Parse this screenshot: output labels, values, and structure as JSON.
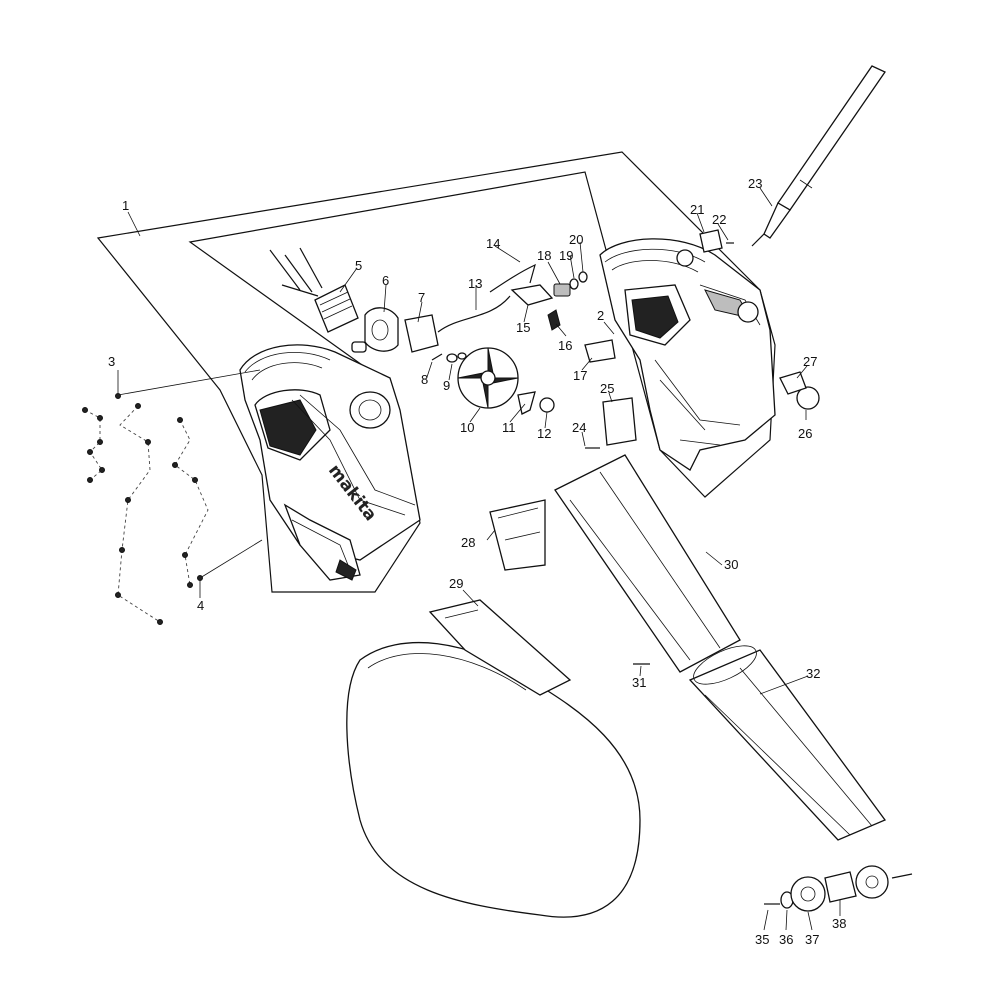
{
  "logo_text": "makita",
  "part_labels": [
    "1",
    "2",
    "3",
    "4",
    "5",
    "6",
    "7",
    "8",
    "9",
    "10",
    "11",
    "12",
    "13",
    "14",
    "15",
    "16",
    "17",
    "18",
    "19",
    "20",
    "21",
    "22",
    "23",
    "24",
    "25",
    "26",
    "27",
    "28",
    "29",
    "30",
    "31",
    "32",
    "35",
    "36",
    "37",
    "38"
  ]
}
